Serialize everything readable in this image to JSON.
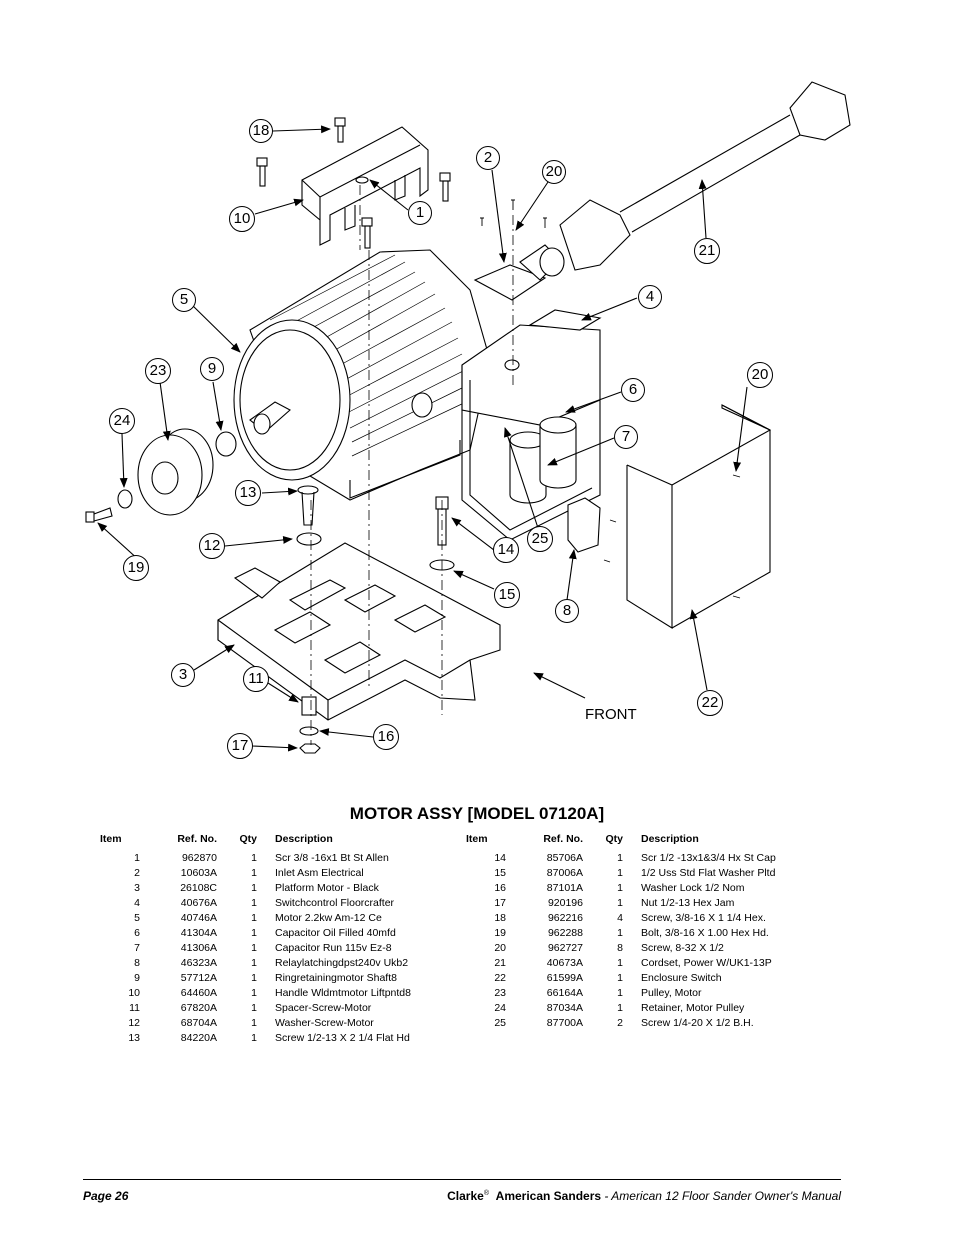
{
  "diagram": {
    "callouts": [
      "18",
      "2",
      "20",
      "10",
      "1",
      "21",
      "5",
      "4",
      "23",
      "9",
      "20",
      "6",
      "24",
      "7",
      "13",
      "12",
      "14",
      "25",
      "19",
      "15",
      "8",
      "3",
      "11",
      "22",
      "17",
      "16"
    ],
    "front_label": "FRONT"
  },
  "title": "MOTOR ASSY [MODEL 07120A]",
  "table": {
    "headers": {
      "item": "Item",
      "ref": "Ref. No.",
      "qty": "Qty",
      "desc": "Description"
    },
    "left_rows": [
      {
        "item": "1",
        "ref": "962870",
        "qty": "1",
        "desc": "Scr 3/8 -16x1 Bt St Allen"
      },
      {
        "item": "2",
        "ref": "10603A",
        "qty": "1",
        "desc": "Inlet Asm Electrical"
      },
      {
        "item": "3",
        "ref": "26108C",
        "qty": "1",
        "desc": "Platform Motor - Black"
      },
      {
        "item": "4",
        "ref": "40676A",
        "qty": "1",
        "desc": "Switchcontrol Floorcrafter"
      },
      {
        "item": "5",
        "ref": "40746A",
        "qty": "1",
        "desc": "Motor 2.2kw Am-12 Ce"
      },
      {
        "item": "6",
        "ref": "41304A",
        "qty": "1",
        "desc": "Capacitor Oil Filled 40mfd"
      },
      {
        "item": "7",
        "ref": "41306A",
        "qty": "1",
        "desc": "Capacitor Run 115v Ez-8"
      },
      {
        "item": "8",
        "ref": "46323A",
        "qty": "1",
        "desc": "Relaylatchingdpst240v Ukb2"
      },
      {
        "item": "9",
        "ref": "57712A",
        "qty": "1",
        "desc": "Ringretainingmotor Shaft8"
      },
      {
        "item": "10",
        "ref": "64460A",
        "qty": "1",
        "desc": "Handle Wldmtmotor Liftpntd8"
      },
      {
        "item": "11",
        "ref": "67820A",
        "qty": "1",
        "desc": "Spacer-Screw-Motor"
      },
      {
        "item": "12",
        "ref": "68704A",
        "qty": "1",
        "desc": "Washer-Screw-Motor"
      },
      {
        "item": "13",
        "ref": "84220A",
        "qty": "1",
        "desc": "Screw 1/2-13 X 2 1/4 Flat Hd"
      }
    ],
    "right_rows": [
      {
        "item": "14",
        "ref": "85706A",
        "qty": "1",
        "desc": "Scr 1/2 -13x1&3/4 Hx St Cap"
      },
      {
        "item": "15",
        "ref": "87006A",
        "qty": "1",
        "desc": "1/2 Uss Std Flat Washer Pltd"
      },
      {
        "item": "16",
        "ref": "87101A",
        "qty": "1",
        "desc": "Washer Lock 1/2 Nom"
      },
      {
        "item": "17",
        "ref": "920196",
        "qty": "1",
        "desc": "Nut 1/2-13 Hex Jam"
      },
      {
        "item": "18",
        "ref": "962216",
        "qty": "4",
        "desc": "Screw, 3/8-16 X 1 1/4 Hex."
      },
      {
        "item": "19",
        "ref": "962288",
        "qty": "1",
        "desc": "Bolt, 3/8-16 X 1.00 Hex Hd."
      },
      {
        "item": "20",
        "ref": "962727",
        "qty": "8",
        "desc": "Screw, 8-32 X 1/2"
      },
      {
        "item": "21",
        "ref": "40673A",
        "qty": "1",
        "desc": "Cordset, Power W/UK1-13P"
      },
      {
        "item": "22",
        "ref": "61599A",
        "qty": "1",
        "desc": "Enclosure Switch"
      },
      {
        "item": "23",
        "ref": "66164A",
        "qty": "1",
        "desc": "Pulley, Motor"
      },
      {
        "item": "24",
        "ref": "87034A",
        "qty": "1",
        "desc": "Retainer, Motor Pulley"
      },
      {
        "item": "25",
        "ref": "87700A",
        "qty": "2",
        "desc": "Screw 1/4-20 X 1/2 B.H."
      }
    ]
  },
  "footer": {
    "page": "Page  26",
    "brand_clarke": "Clarke",
    "registered": "®",
    "brand_american": "American Sanders",
    "manual": " - American  12  Floor Sander  Owner's  Manual"
  }
}
